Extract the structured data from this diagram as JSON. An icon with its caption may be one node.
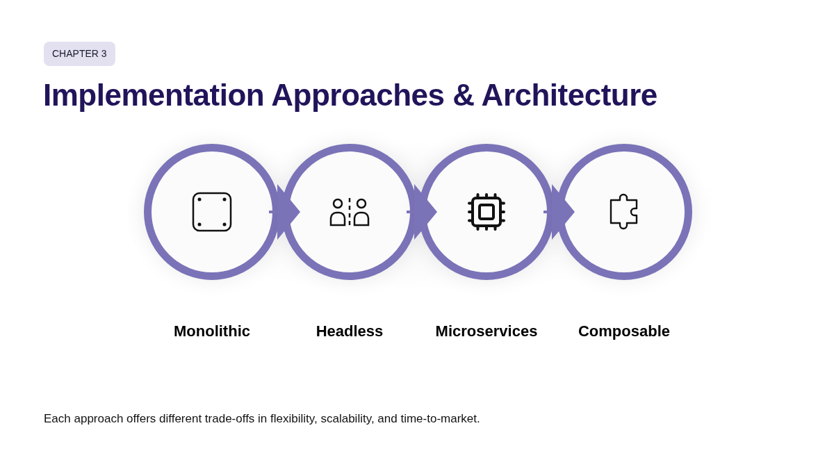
{
  "diagram": {
    "title": "Implementation Approaches & Architecture",
    "labels": [
      "CHAPTER 3"
    ],
    "nodes": [
      {
        "text": [],
        "shape": "circle",
        "beside": [
          "Monolithic"
        ]
      },
      {
        "text": [],
        "shape": "circle",
        "beside": [
          "Headless"
        ]
      },
      {
        "text": [],
        "shape": "circle",
        "beside": [
          "Microservices"
        ]
      },
      {
        "text": [],
        "shape": "circle",
        "beside": [
          "Composable"
        ]
      }
    ],
    "edges": [
      {
        "from": 0,
        "to": 1,
        "arrow": "to"
      },
      {
        "from": 1,
        "to": 2,
        "arrow": "to"
      },
      {
        "from": 2,
        "to": 3,
        "arrow": "to"
      }
    ],
    "caption": "Each approach offers different trade-offs in flexibility, scalability, and time-to-market."
  }
}
